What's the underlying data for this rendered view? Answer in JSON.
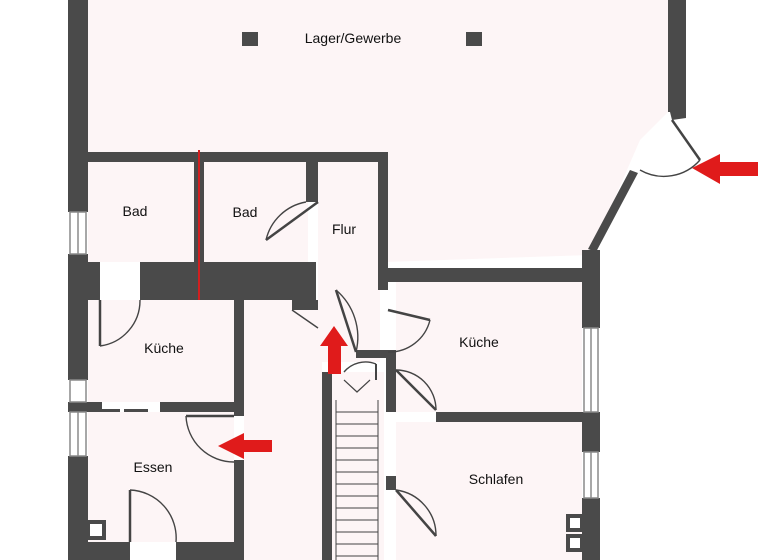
{
  "colors": {
    "wall": "#4a4a4a",
    "floor": "#fdf5f6",
    "arrow": "#e01b1b",
    "divider": "#d11f1f",
    "door_line": "#444444",
    "window_frame": "#8a8a8a"
  },
  "rooms": {
    "lager": "Lager/Gewerbe",
    "bad_left": "Bad",
    "bad_right": "Bad",
    "flur": "Flur",
    "kueche_left": "Küche",
    "kueche_right": "Küche",
    "essen": "Essen",
    "schlafen": "Schlafen"
  },
  "arrows": [
    {
      "name": "entrance-arrow-right",
      "direction": "left"
    },
    {
      "name": "entrance-arrow-center",
      "direction": "up"
    },
    {
      "name": "entrance-arrow-lower-left",
      "direction": "left"
    }
  ]
}
